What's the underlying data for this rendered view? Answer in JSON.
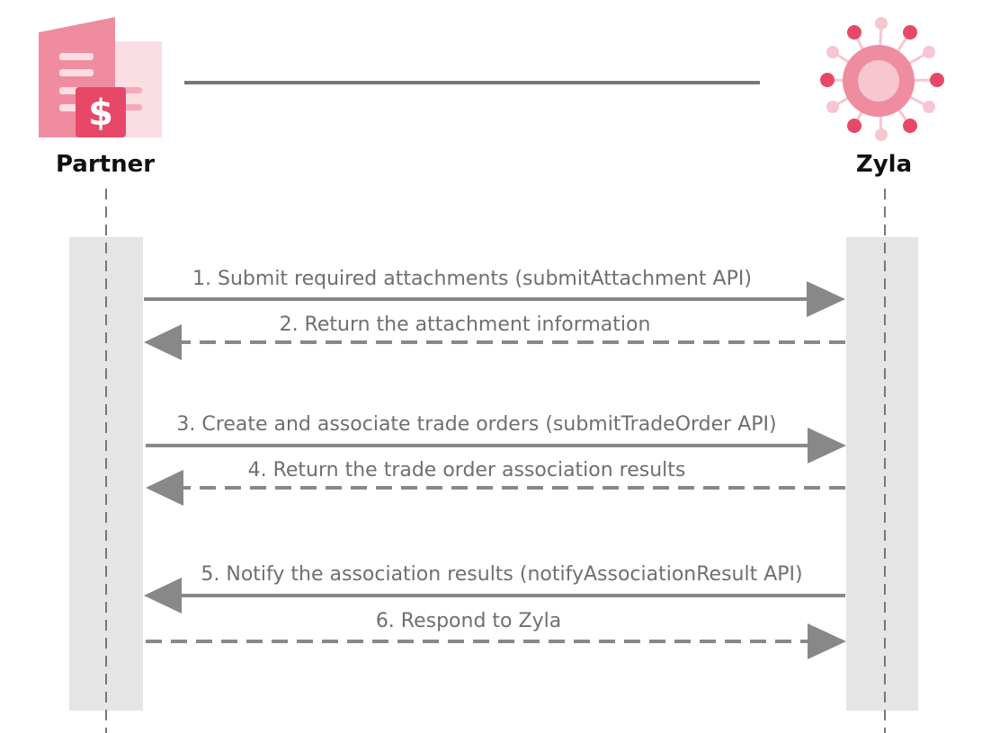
{
  "actors": {
    "partner": {
      "label": "Partner",
      "icon": "partner-building-dollar-icon"
    },
    "zyla": {
      "label": "Zyla",
      "icon": "zyla-network-hub-icon"
    }
  },
  "messages": [
    {
      "label": "1. Submit required attachments (submitAttachment API)",
      "from": "partner",
      "to": "zyla",
      "style": "solid"
    },
    {
      "label": "2. Return the attachment information",
      "from": "zyla",
      "to": "partner",
      "style": "dashed"
    },
    {
      "label": "3. Create and associate trade orders (submitTradeOrder API)",
      "from": "partner",
      "to": "zyla",
      "style": "solid"
    },
    {
      "label": "4. Return the trade order association results",
      "from": "zyla",
      "to": "partner",
      "style": "dashed"
    },
    {
      "label": "5. Notify the association results (notifyAssociationResult API)",
      "from": "zyla",
      "to": "partner",
      "style": "solid"
    },
    {
      "label": "6. Respond to Zyla",
      "from": "partner",
      "to": "zyla",
      "style": "dashed"
    }
  ],
  "colors": {
    "arrow": "#888888",
    "lifeline": "#777777",
    "activation": "#e5e5e5",
    "header_line": "#777777",
    "icon_pink_dark": "#e84868",
    "icon_pink_mid": "#f08ca0",
    "icon_pink_light": "#f7c6d1",
    "icon_pink_pale": "#fbdde4"
  }
}
